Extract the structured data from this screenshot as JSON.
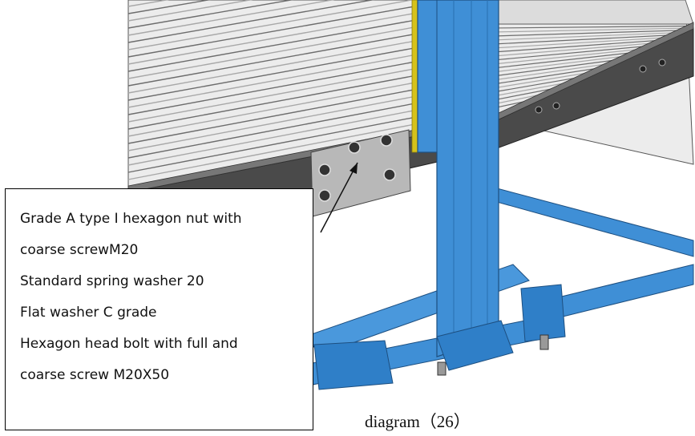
{
  "callout": {
    "lines": [
      "Grade A type I hexagon nut with",
      "coarse screwM20",
      "Standard spring washer 20",
      "Flat washer C grade",
      "Hexagon head bolt with full and",
      "coarse screw M20X50"
    ]
  },
  "caption": "diagram（26）",
  "colors": {
    "column_blue": "#3f8fd6",
    "column_dark": "#2a6fb0",
    "beam_gray": "#4a4a4a",
    "plate_gray": "#b8b8b8",
    "grid_light": "#e9e9e9",
    "grid_dark": "#6d6d6d",
    "accent_yellow": "#d6c21a"
  }
}
